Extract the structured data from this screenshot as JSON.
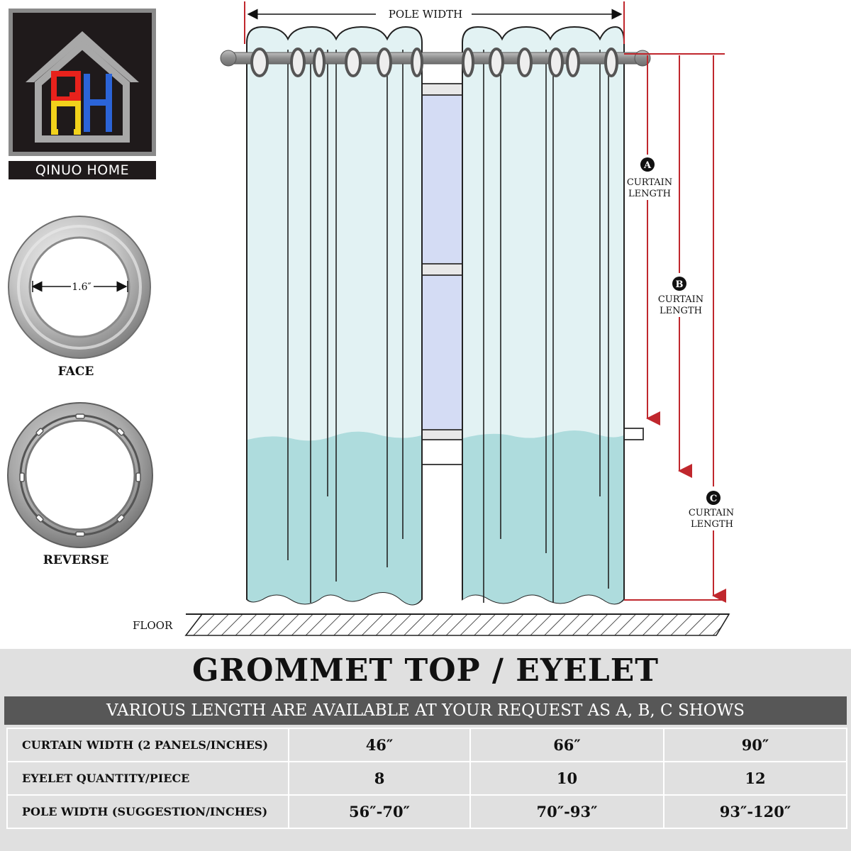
{
  "brand": {
    "name": "QINUO HOME",
    "logo_colors": {
      "q": "#e8221c",
      "u": "#f2d21b",
      "h": "#2b64d8",
      "roof": "#a8a8a8"
    }
  },
  "grommet": {
    "diameter_label": "1.6″",
    "face_label": "FACE",
    "reverse_label": "REVERSE"
  },
  "diagram": {
    "pole_width_label": "POLE WIDTH",
    "floor_label": "FLOOR",
    "measures": [
      {
        "letter": "A",
        "line1": "CURTAIN",
        "line2": "LENGTH"
      },
      {
        "letter": "B",
        "line1": "CURTAIN",
        "line2": "LENGTH"
      },
      {
        "letter": "C",
        "line1": "CURTAIN",
        "line2": "LENGTH"
      }
    ],
    "colors": {
      "curtain_light": "#e2f2f3",
      "curtain_dark": "#aedcdd",
      "window_glass": "#d4dcf4",
      "measure_line": "#c0272d"
    }
  },
  "title": "GROMMET TOP / EYELET",
  "subtitle": "VARIOUS LENGTH ARE AVAILABLE AT YOUR REQUEST AS A, B, C SHOWS",
  "table": {
    "rows": [
      {
        "label": "CURTAIN WIDTH (2 PANELS/INCHES)",
        "values": [
          "46″",
          "66″",
          "90″"
        ]
      },
      {
        "label": "EYELET QUANTITY/PIECE",
        "values": [
          "8",
          "10",
          "12"
        ]
      },
      {
        "label": "POLE WIDTH (SUGGESTION/INCHES)",
        "values": [
          "56″-70″",
          "70″-93″",
          "93″-120″"
        ]
      }
    ]
  }
}
